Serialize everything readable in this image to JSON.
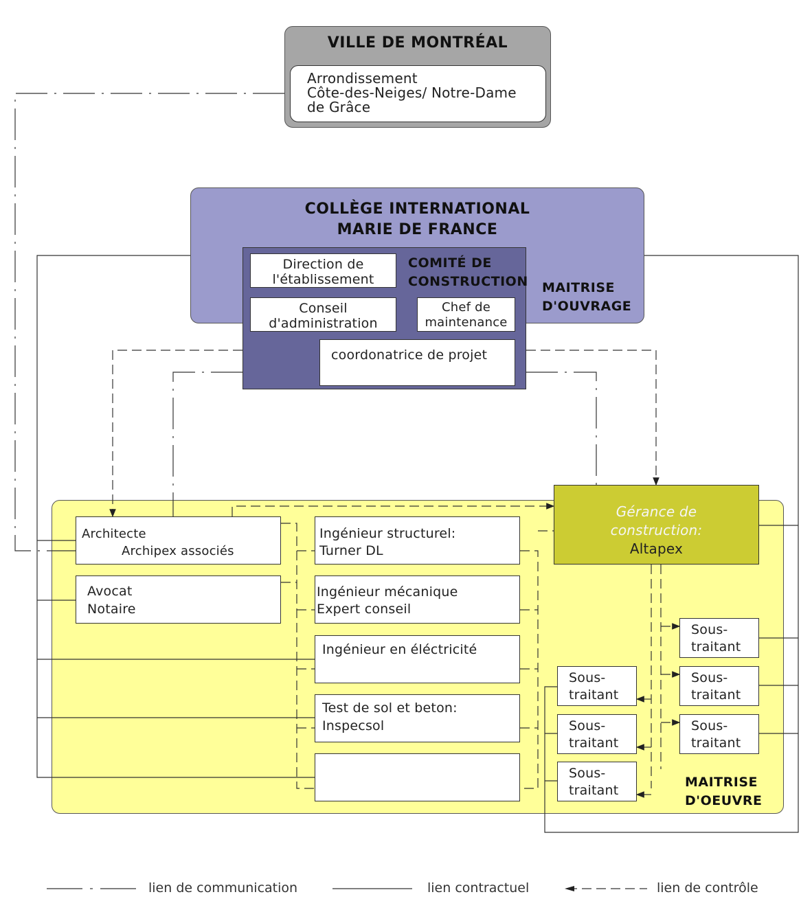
{
  "ville": {
    "title": "VILLE DE MONTRÉAL",
    "line1": "Arrondissement",
    "line2": "Côte-des-Neiges/ Notre-Dame",
    "line3": "de Grâce"
  },
  "college": {
    "title1": "COLLÈGE INTERNATIONAL",
    "title2": "MARIE DE FRANCE",
    "maitrise1": "MAITRISE",
    "maitrise2": "D'OUVRAGE",
    "comite1": "COMITÉ DE",
    "comite2": "CONSTRUCTION",
    "direction1": "Direction de",
    "direction2": "l'établissement",
    "conseil1": "Conseil",
    "conseil2": "d'administration",
    "chef1": "Chef de",
    "chef2": "maintenance",
    "coordo": "coordonatrice de projet"
  },
  "oeuvre": {
    "maitrise1": "MAITRISE",
    "maitrise2": "D'OEUVRE",
    "architecte1": "Architecte",
    "architecte2": "Archipex associés",
    "avocat1": "Avocat",
    "avocat2": "Notaire",
    "struct1": "Ingénieur  structurel:",
    "struct2": "Turner DL",
    "meca1": "Ingénieur mécanique",
    "meca2": "Expert conseil",
    "elec1": "Ingénieur en éléctricité",
    "sol1": "Test de sol et beton:",
    "sol2": "Inspecsol",
    "gerance1": "Gérance de",
    "gerance2": "construction:",
    "gerance3": "Altapex",
    "sous1": "Sous-",
    "sous2": "traitant"
  },
  "legend": {
    "communication": "lien de communication",
    "contractuel": "lien contractuel",
    "controle": "lien de contrôle"
  },
  "colors": {
    "ville_fill": "#a6a6a6",
    "college_fill": "#9b9bcc",
    "comite_fill": "#66669a",
    "oeuvre_fill": "#ffff99",
    "gerance_fill": "#cccc33"
  }
}
